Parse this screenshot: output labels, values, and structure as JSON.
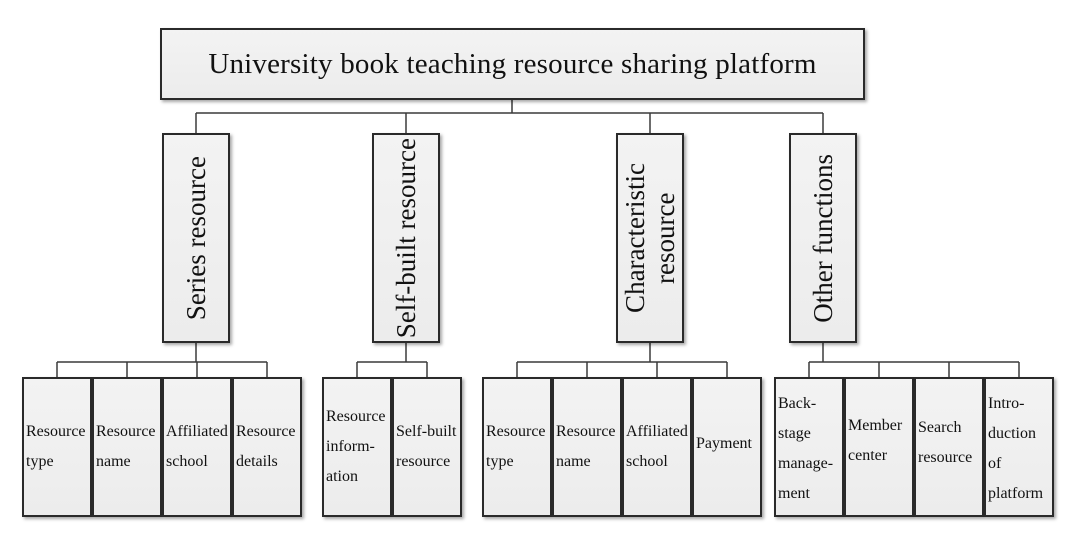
{
  "root": {
    "label": "University  book  teaching resource sharing platform"
  },
  "categories": [
    {
      "label": "Series resource",
      "children": [
        "Resource\ntype",
        "Resource\nname",
        "Affiliated\nschool",
        "Resource\ndetails"
      ]
    },
    {
      "label": "Self-built resource",
      "children": [
        "Resource\ninform-\nation",
        "Self-built\nresource"
      ]
    },
    {
      "label": "Characteristic\nresource",
      "children": [
        "Resource\ntype",
        "Resource\nname",
        "Affiliated\nschool",
        "Payment"
      ]
    },
    {
      "label": "Other functions",
      "children": [
        "Back-\nstage\nmanage-\nment",
        "Member\ncenter",
        "Search\nresource",
        "Intro-\nduction\nof\nplatform"
      ]
    }
  ]
}
